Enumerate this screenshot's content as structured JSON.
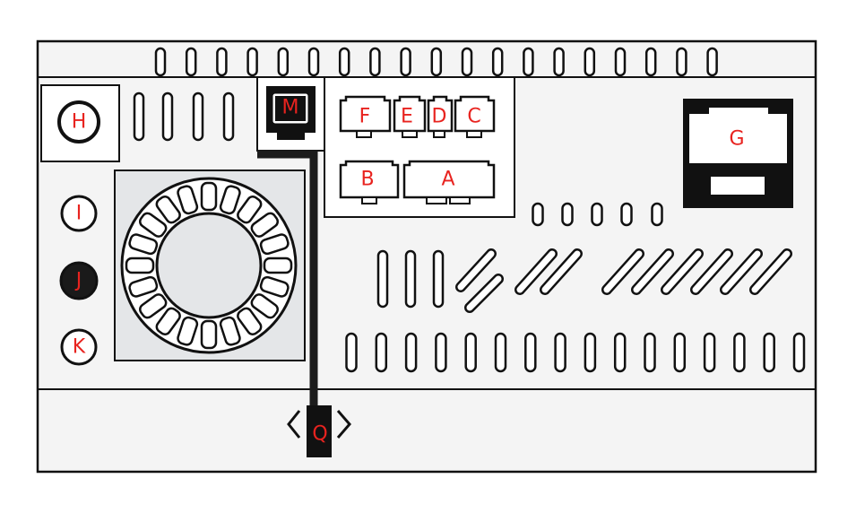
{
  "labels": {
    "A": "A",
    "B": "B",
    "C": "C",
    "D": "D",
    "E": "E",
    "F": "F",
    "G": "G",
    "H": "H",
    "I": "I",
    "J": "J",
    "K": "K",
    "M": "M",
    "Q": "Q"
  },
  "colors": {
    "outline": "#111111",
    "panel": "#f4f4f4",
    "fan_panel": "#e4e6e8",
    "label": "#e8231f"
  }
}
